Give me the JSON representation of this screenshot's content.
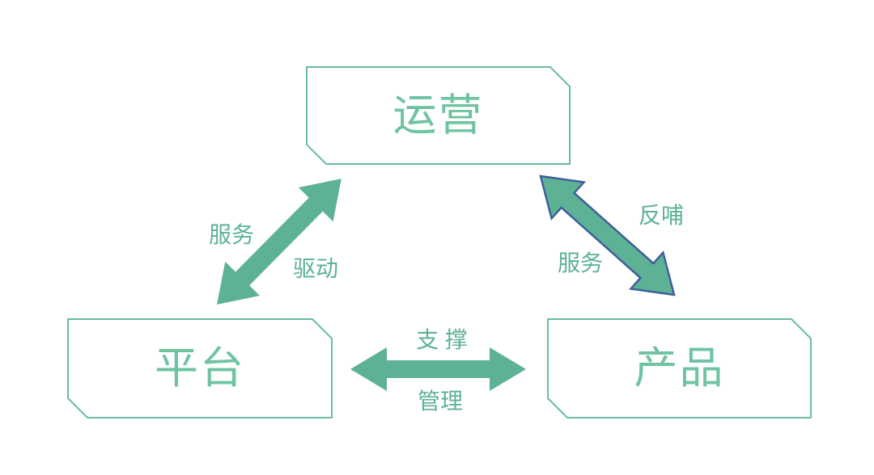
{
  "diagram": {
    "nodes": [
      {
        "id": "operations",
        "label": "运营"
      },
      {
        "id": "platform",
        "label": "平台"
      },
      {
        "id": "product",
        "label": "产品"
      }
    ],
    "edges": [
      {
        "id": "platform-operations",
        "style": "green-double-arrow",
        "labels": [
          "服务",
          "驱动"
        ]
      },
      {
        "id": "operations-product",
        "style": "green-double-arrow-blue-outline",
        "labels": [
          "反哺",
          "服务"
        ]
      },
      {
        "id": "platform-product",
        "style": "green-double-arrow",
        "labels": [
          "支 撑",
          "管理"
        ]
      }
    ],
    "colors": {
      "background": "#ffffff",
      "node_border": "#68bd9c",
      "node_text": "#6ec3a1",
      "arrow_fill": "#5db295",
      "arrow_outline": "#3e5f9a",
      "edge_label_text": "#5db295"
    }
  }
}
